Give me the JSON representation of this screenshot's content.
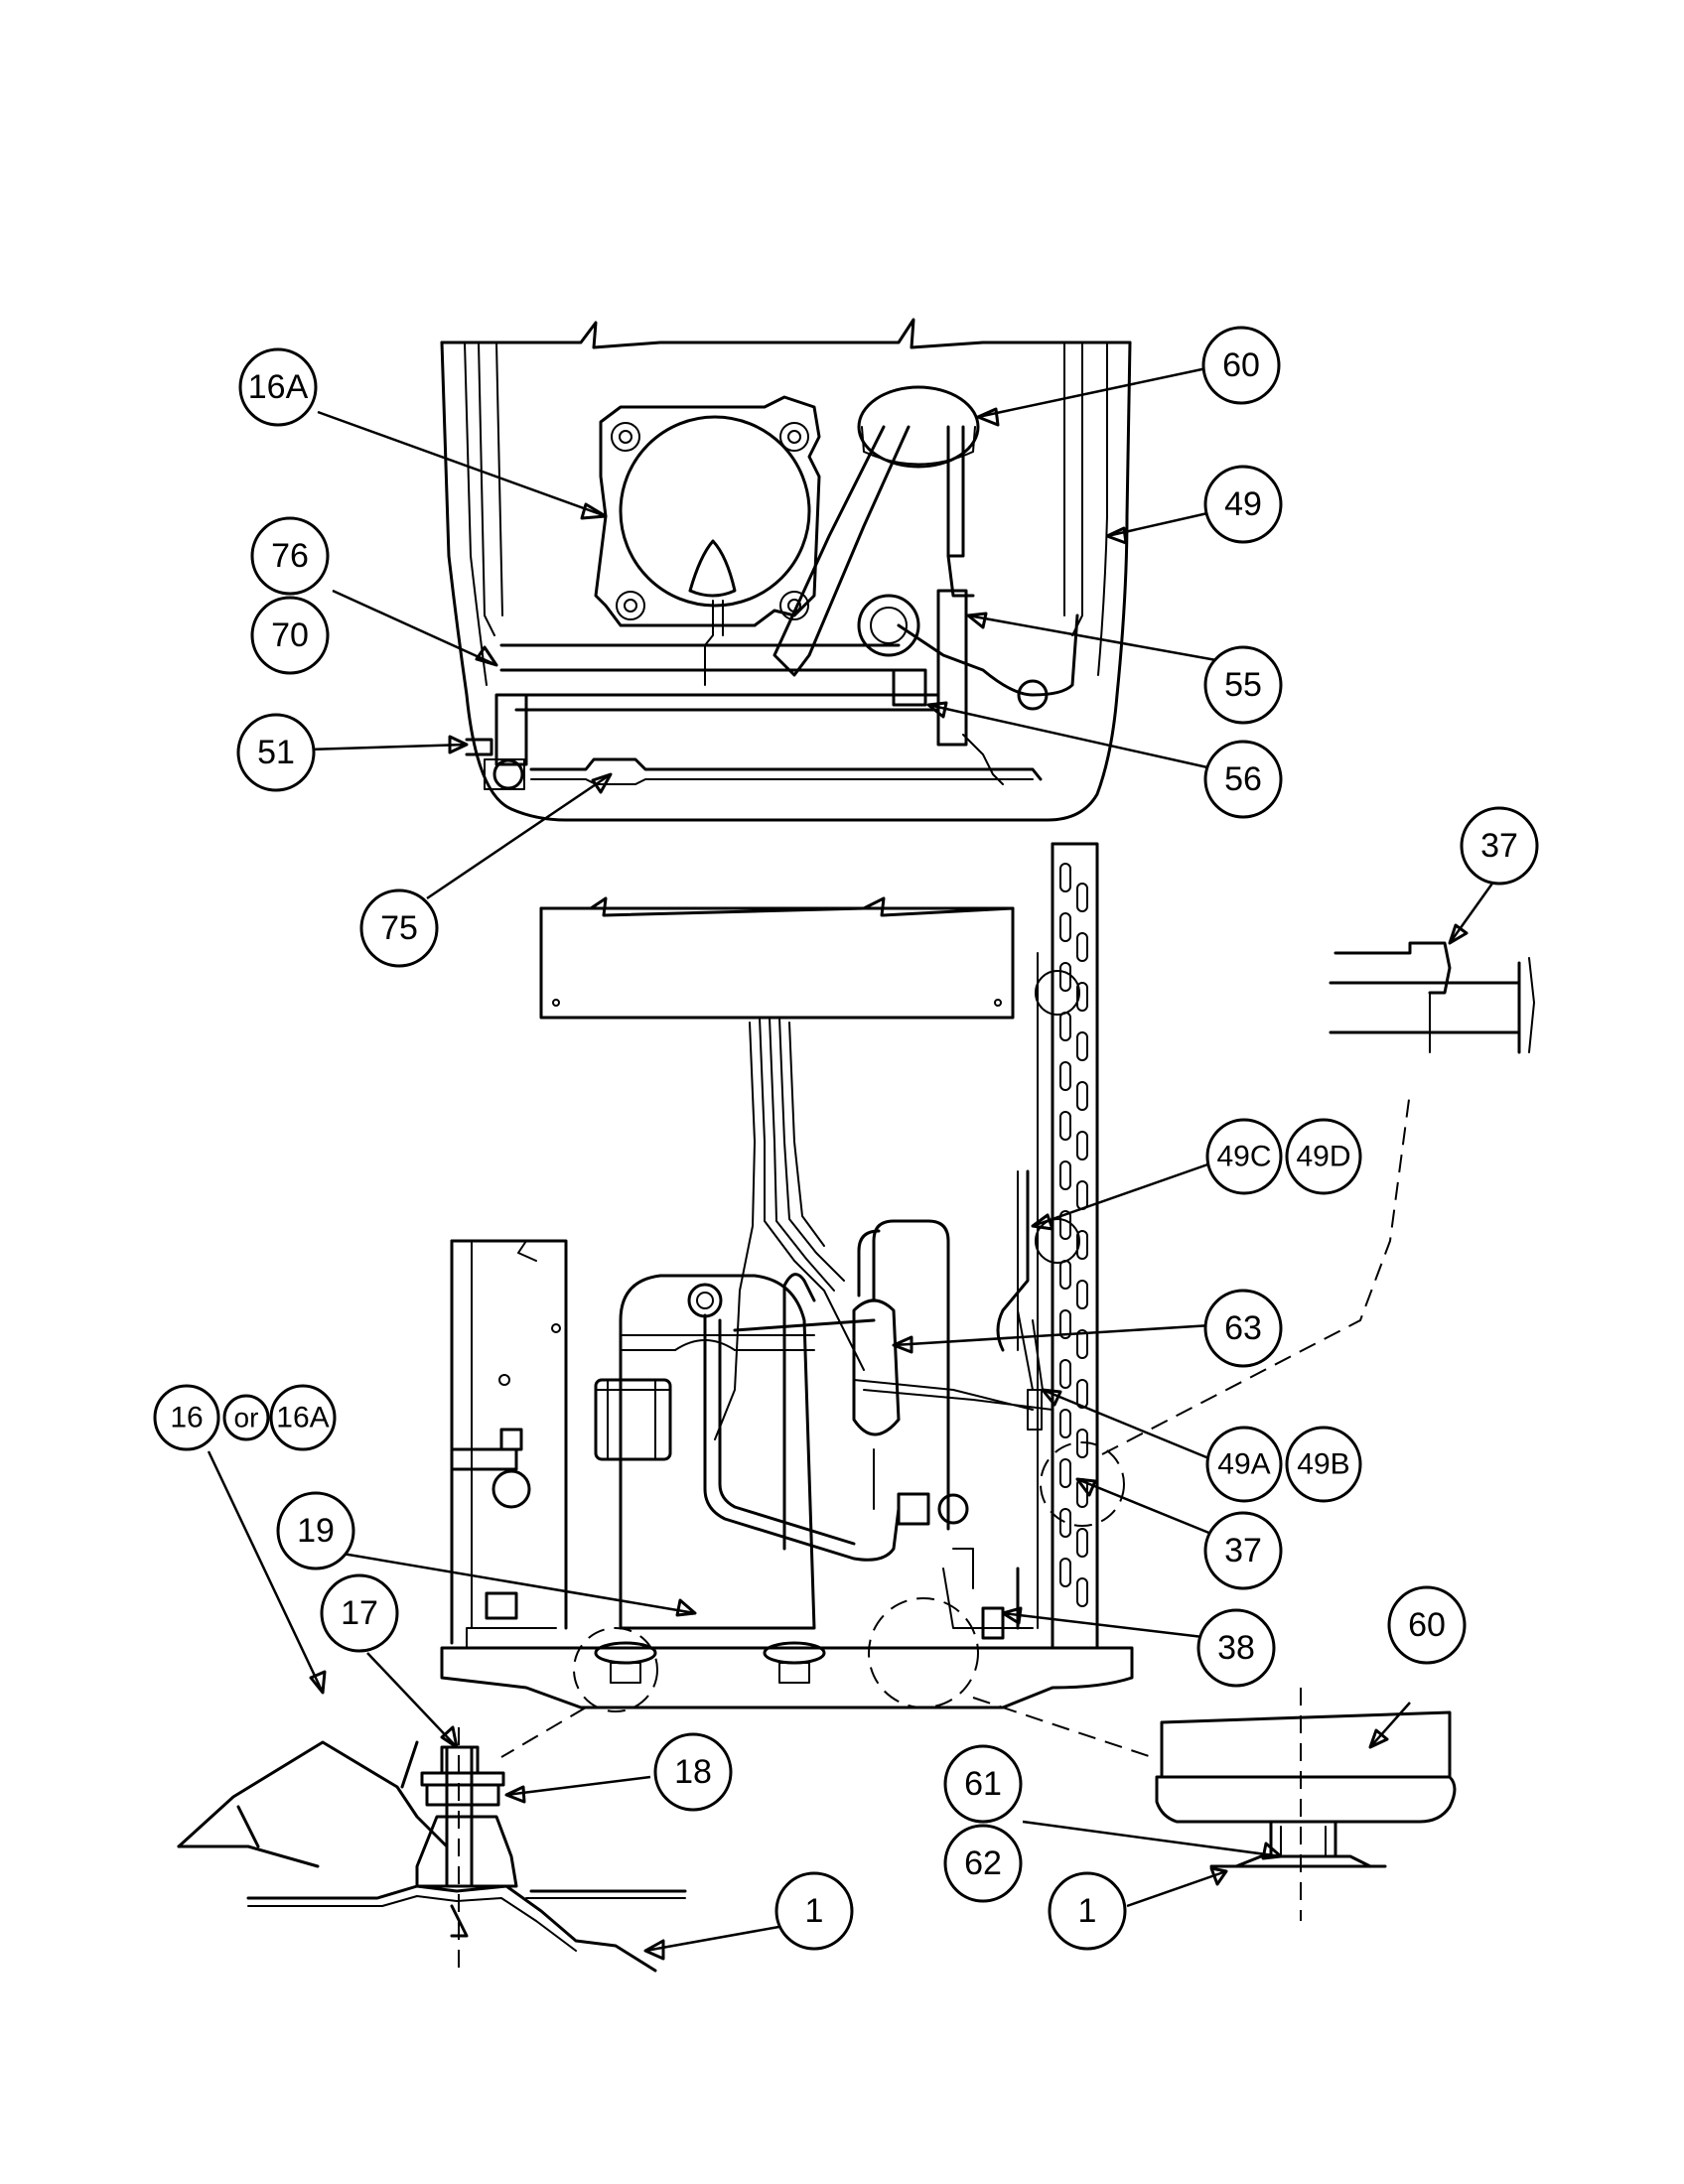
{
  "callouts": {
    "c16A_top": "16A",
    "c60_top": "60",
    "c49": "49",
    "c76": "76",
    "c70": "70",
    "c55": "55",
    "c51": "51",
    "c56": "56",
    "c75": "75",
    "c37_top": "37",
    "c49C": "49C",
    "c49D": "49D",
    "c63": "63",
    "c16": "16",
    "c_or": "or",
    "c16A_bot": "16A",
    "c49A": "49A",
    "c49B": "49B",
    "c19": "19",
    "c37_bot": "37",
    "c17": "17",
    "c38": "38",
    "c60_bot": "60",
    "c18": "18",
    "c61": "61",
    "c62": "62",
    "c1_left": "1",
    "c1_right": "1"
  }
}
